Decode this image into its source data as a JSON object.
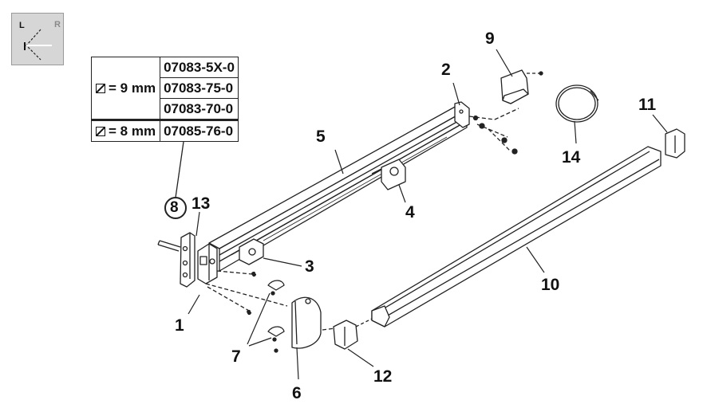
{
  "orientation_icon": {
    "left_letter": "L",
    "right_letter": "R"
  },
  "spec_table": {
    "rows": [
      {
        "size": "= 9 mm",
        "part_numbers": [
          "07083-5X-0",
          "07083-75-0",
          "07083-70-0"
        ]
      },
      {
        "size": "= 8 mm",
        "part_numbers": [
          "07085-76-0"
        ]
      }
    ]
  },
  "callouts": [
    "1",
    "2",
    "3",
    "4",
    "5",
    "6",
    "7",
    "8",
    "9",
    "10",
    "11",
    "12",
    "13",
    "14"
  ]
}
